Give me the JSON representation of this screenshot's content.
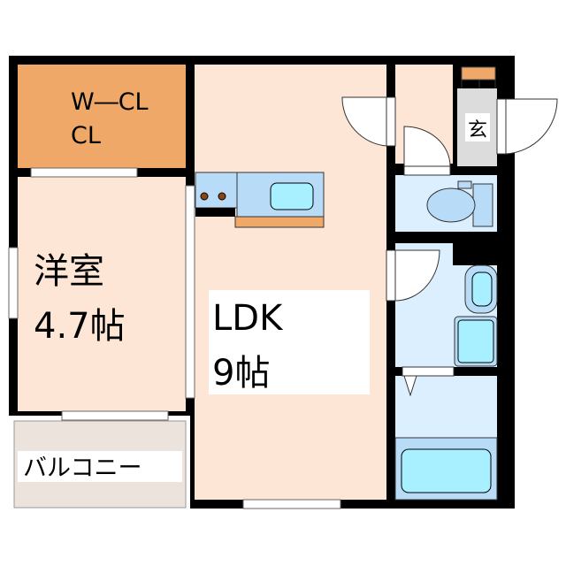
{
  "rooms": {
    "wcl": {
      "line1": "W―CL",
      "line2": "CL"
    },
    "western_room": {
      "name": "洋室",
      "size": "4.7帖"
    },
    "ldk": {
      "name": "LDK",
      "size": "9帖"
    },
    "balcony": {
      "name": "バルコニー"
    },
    "entrance": {
      "name": "玄"
    }
  },
  "colors": {
    "wall": "#000000",
    "room_floor": "#fde6d6",
    "closet": "#f0a868",
    "wet_area": "#dcefff",
    "fixture": "#b8dcf8",
    "water": "#a8f0ff",
    "entrance_floor": "#dcdcdc",
    "balcony": "#ebe3dc"
  }
}
